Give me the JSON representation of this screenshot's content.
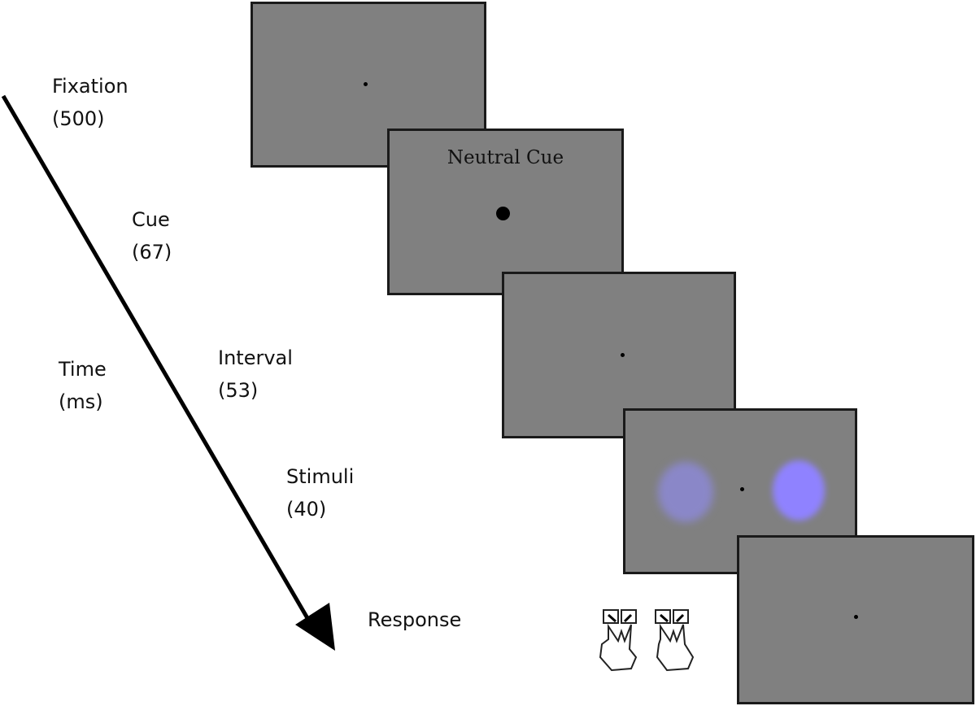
{
  "stages": [
    {
      "name": "Fixation",
      "duration": "(500)"
    },
    {
      "name": "Cue",
      "duration": "(67)"
    },
    {
      "name": "Interval",
      "duration": "(53)"
    },
    {
      "name": "Stimuli",
      "duration": "(40)"
    },
    {
      "name": "Response"
    }
  ],
  "time_axis": {
    "label": "Time",
    "unit": "(ms)"
  },
  "cue_screen": {
    "text": "Neutral Cue"
  },
  "colors": {
    "screen": "#808080",
    "border": "#1a1a1a",
    "stimulus_left": "#8a87c8",
    "stimulus_right": "#8f82ff"
  }
}
